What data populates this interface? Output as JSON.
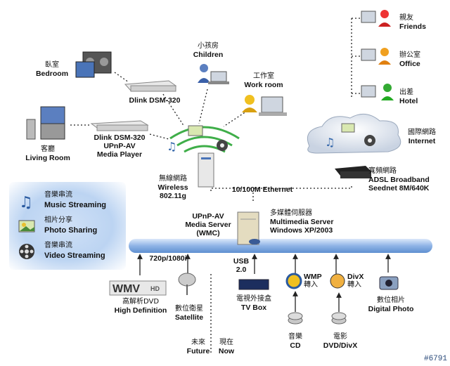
{
  "legend": {
    "music": {
      "zh": "音樂串流",
      "en": "Music Streaming"
    },
    "photo": {
      "zh": "相片分享",
      "en": "Photo Sharing"
    },
    "video": {
      "zh": "音樂串流",
      "en": "Video Streaming"
    }
  },
  "nodes": {
    "bedroom": {
      "zh": "臥室",
      "en": "Bedroom"
    },
    "living_room": {
      "zh": "客廳",
      "en": "Living Room"
    },
    "dsm320_a": "Dlink DSM-320",
    "dsm320_b": [
      "Dlink DSM-320",
      "UPnP-AV",
      "Media Player"
    ],
    "children": {
      "zh": "小孩房",
      "en": "Children"
    },
    "work_room": {
      "zh": "工作室",
      "en": "Work room"
    },
    "wireless": {
      "zh": "無線網路",
      "en1": "Wireless",
      "en2": "802.11g"
    },
    "ethernet": "10/100M Ethernet",
    "media_server": [
      "UPnP-AV",
      "Media Server",
      "(WMC)"
    ],
    "multimedia_server": {
      "zh": "多媒體伺服器",
      "en1": "Multimedia Server",
      "en2": "Windows XP/2003"
    },
    "friends": {
      "zh": "親友",
      "en": "Friends"
    },
    "office": {
      "zh": "辦公室",
      "en": "Office"
    },
    "hotel": {
      "zh": "出差",
      "en": "Hotel"
    },
    "internet": {
      "zh": "國際網路",
      "en": "Internet"
    },
    "adsl": {
      "zh": "寬頻網路",
      "en1": "ADSL Broadband",
      "en2": "Seednet 8M/640K"
    },
    "hd_res": "720p/1080i",
    "wmv_logo": "WMV",
    "wmv_sub": "HD",
    "hd_dvd": {
      "zh": "高解析DVD",
      "en": "High Definition"
    },
    "satellite": {
      "zh": "數位衛星",
      "en": "Satellite"
    },
    "usb": [
      "USB",
      "2.0"
    ],
    "tvbox": {
      "zh": "電視外接盒",
      "en": "TV Box"
    },
    "wmp": {
      "en": "WMP",
      "zh": "轉入"
    },
    "divx": {
      "en": "DivX",
      "zh": "轉入"
    },
    "digital_photo": {
      "zh": "數位相片",
      "en": "Digital Photo"
    },
    "music_cd": {
      "zh": "音樂",
      "en": "CD"
    },
    "movie": {
      "zh": "電影",
      "en": "DVD/DivX"
    },
    "future": {
      "zh": "未來",
      "en": "Future"
    },
    "now": {
      "zh": "現在",
      "en": "Now"
    }
  },
  "watermark": "#6791",
  "colors": {
    "bus": "#7fa9e0",
    "arc": "#3fae49",
    "legend_bg": "#c4d8f4"
  }
}
